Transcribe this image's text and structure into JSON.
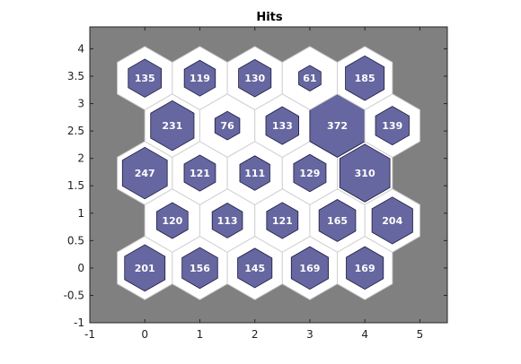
{
  "chart_data": {
    "type": "hexbin",
    "title": "Hits",
    "xlabel": "",
    "ylabel": "",
    "xlim": [
      -1,
      5.5
    ],
    "ylim": [
      -1,
      4.4
    ],
    "xticks": [
      "-1",
      "0",
      "1",
      "2",
      "3",
      "4",
      "5"
    ],
    "yticks": [
      "-1",
      "-0.5",
      "0",
      "0.5",
      "1",
      "1.5",
      "2",
      "2.5",
      "3",
      "3.5",
      "4"
    ],
    "grid": false,
    "background_color": "#808080",
    "cell_color": "#ffffff",
    "hit_color": "#6666a0",
    "hit_edge_color": "#1a1a40",
    "max_hits": 372,
    "cells": [
      {
        "x": 0,
        "y": 0,
        "hits": "201"
      },
      {
        "x": 1,
        "y": 0,
        "hits": "156"
      },
      {
        "x": 2,
        "y": 0,
        "hits": "145"
      },
      {
        "x": 3,
        "y": 0,
        "hits": "169"
      },
      {
        "x": 4,
        "y": 0,
        "hits": "169"
      },
      {
        "x": 0.5,
        "y": 0.866,
        "hits": "120"
      },
      {
        "x": 1.5,
        "y": 0.866,
        "hits": "113"
      },
      {
        "x": 2.5,
        "y": 0.866,
        "hits": "121"
      },
      {
        "x": 3.5,
        "y": 0.866,
        "hits": "165"
      },
      {
        "x": 4.5,
        "y": 0.866,
        "hits": "204"
      },
      {
        "x": 0,
        "y": 1.732,
        "hits": "247"
      },
      {
        "x": 1,
        "y": 1.732,
        "hits": "121"
      },
      {
        "x": 2,
        "y": 1.732,
        "hits": "111"
      },
      {
        "x": 3,
        "y": 1.732,
        "hits": "129"
      },
      {
        "x": 4,
        "y": 1.732,
        "hits": "310"
      },
      {
        "x": 0.5,
        "y": 2.598,
        "hits": "231"
      },
      {
        "x": 1.5,
        "y": 2.598,
        "hits": "76"
      },
      {
        "x": 2.5,
        "y": 2.598,
        "hits": "133"
      },
      {
        "x": 3.5,
        "y": 2.598,
        "hits": "372"
      },
      {
        "x": 4.5,
        "y": 2.598,
        "hits": "139"
      },
      {
        "x": 0,
        "y": 3.464,
        "hits": "135"
      },
      {
        "x": 1,
        "y": 3.464,
        "hits": "119"
      },
      {
        "x": 2,
        "y": 3.464,
        "hits": "130"
      },
      {
        "x": 3,
        "y": 3.464,
        "hits": "61"
      },
      {
        "x": 4,
        "y": 3.464,
        "hits": "185"
      }
    ]
  }
}
